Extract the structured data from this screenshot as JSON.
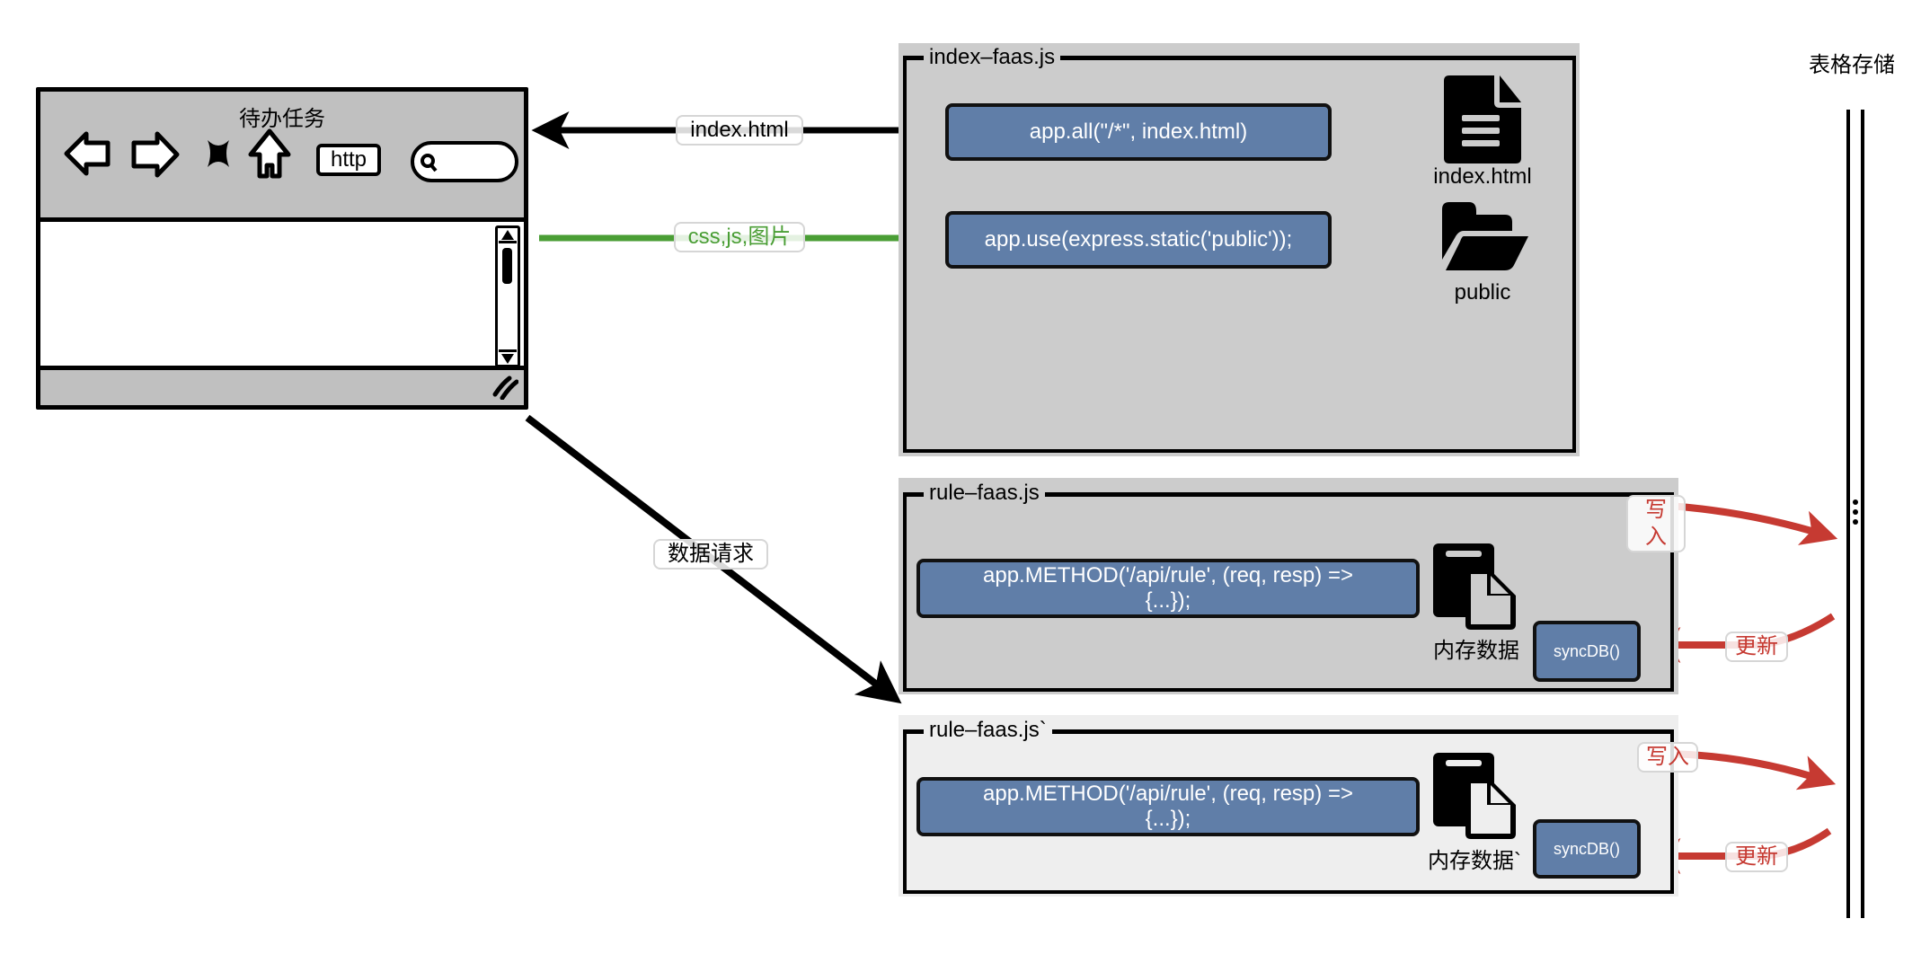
{
  "browser": {
    "title": "待办任务",
    "url_label": "http",
    "icons": [
      "back-arrow-icon",
      "forward-arrow-icon",
      "stop-icon",
      "home-icon",
      "search-icon",
      "resize-grip-icon"
    ]
  },
  "edges": {
    "index_html": "index.html",
    "static_assets": "css,js,图片",
    "data_request": "数据请求",
    "write_1": "写入",
    "update_1": "更新",
    "write_2": "写入",
    "update_2": "更新"
  },
  "index_faas": {
    "title": "index–faas.js",
    "route_all": "app.all(\"/*\", index.html)",
    "static_use": "app.use(express.static('public'));",
    "file_label": "index.html",
    "folder_label": "public"
  },
  "rule_faas_1": {
    "title": "rule–faas.js",
    "method_line1": "app.METHOD('/api/rule', (req, resp) =>",
    "method_line2": "{...});",
    "memory_label": "内存数据",
    "sync_label": "syncDB()"
  },
  "rule_faas_2": {
    "title": "rule–faas.js`",
    "method_line1": "app.METHOD('/api/rule', (req, resp) =>",
    "method_line2": "{...});",
    "memory_label": "内存数据`",
    "sync_label": "syncDB()"
  },
  "storage": {
    "title": "表格存储"
  },
  "colors": {
    "panel_gray": "#cccccc",
    "panel_light": "#eeeeee",
    "code_blue": "#607ea8",
    "green_arrow": "#4a9e35",
    "red_arrow": "#c63a32",
    "browser_gray": "#c0c0c0"
  }
}
